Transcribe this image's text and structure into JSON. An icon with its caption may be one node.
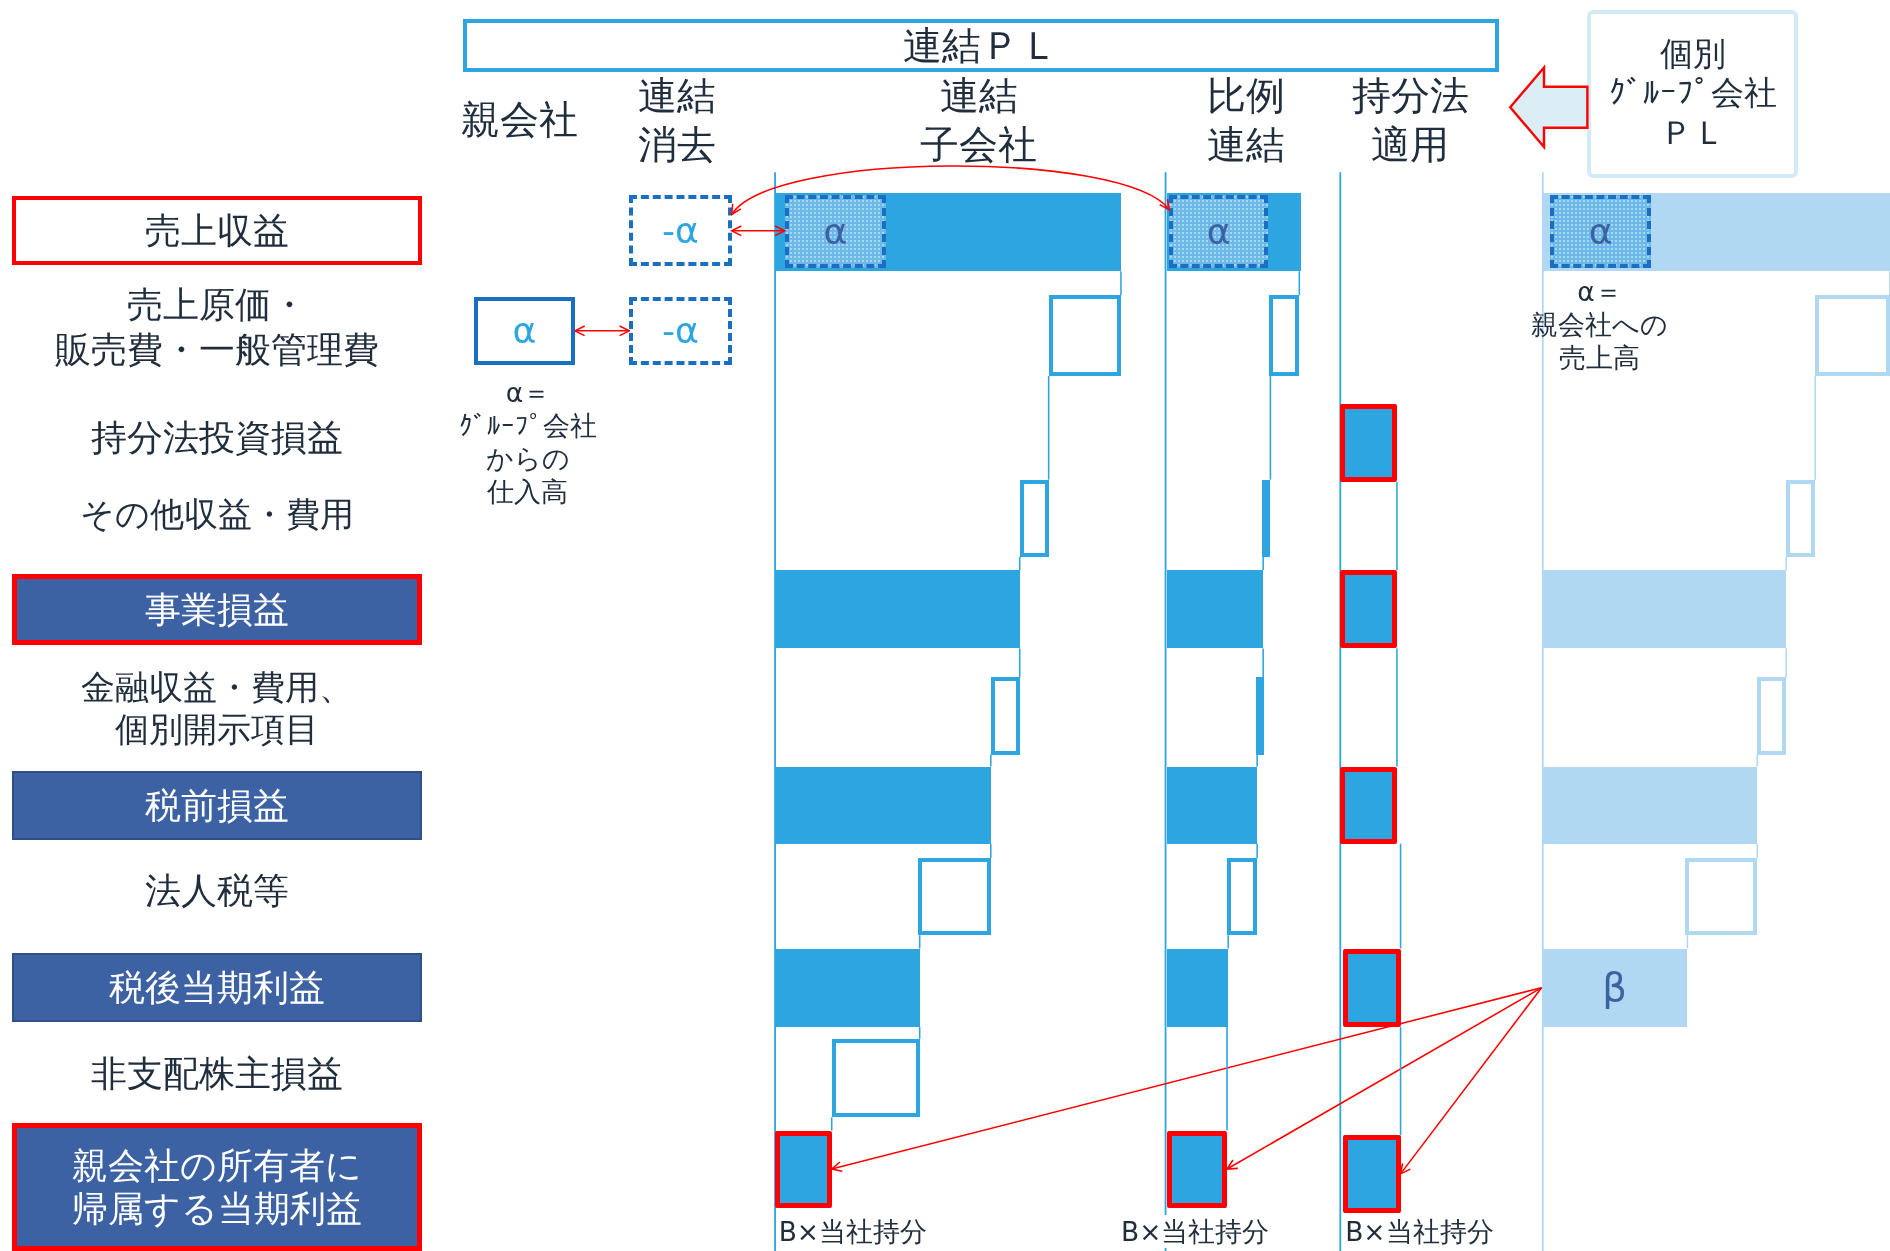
{
  "diagram": {
    "nodes": [
      {
        "text": [
          "連結ＰＬ"
        ]
      },
      {
        "text": [
          "個別ｸﾞﾙｰﾌﾟ会社ＰＬ"
        ]
      },
      {
        "text": [
          "売上収益"
        ]
      },
      {
        "text": [
          "事業損益"
        ]
      },
      {
        "text": [
          "税前損益"
        ]
      },
      {
        "text": [
          "税後当期利益"
        ]
      },
      {
        "text": [
          "親会社の所有者に帰属する当期利益"
        ]
      },
      {
        "text": [
          "α"
        ],
        "beside": [
          "α＝ｸﾞﾙｰﾌﾟ会社からの仕入高"
        ]
      },
      {
        "text": [
          "-α"
        ]
      },
      {
        "text": [
          "-α"
        ]
      },
      {
        "text": [],
        "shape": "bar"
      },
      {
        "text": [
          "α"
        ],
        "in": 10
      },
      {
        "text": [],
        "shape": "bar"
      },
      {
        "text": [
          "α"
        ],
        "in": 12
      },
      {
        "text": [],
        "shape": "bar"
      },
      {
        "text": [
          "α"
        ],
        "in": 14,
        "beside": [
          "α＝親会社への売上高"
        ]
      },
      {
        "text": [
          "β"
        ]
      },
      {
        "text": [],
        "shape": "box",
        "beside": [
          "B×当社持分"
        ]
      },
      {
        "text": [],
        "shape": "box",
        "beside": [
          "B×当社持分"
        ]
      },
      {
        "text": [],
        "shape": "box",
        "beside": [
          "B×当社持分"
        ]
      },
      {
        "text": [],
        "shape": "bar"
      },
      {
        "text": [],
        "shape": "bar"
      },
      {
        "text": [],
        "shape": "bar"
      },
      {
        "text": [],
        "shape": "bar"
      },
      {
        "text": [],
        "shape": "bar"
      },
      {
        "text": [],
        "shape": "bar"
      },
      {
        "text": [],
        "shape": "bar"
      },
      {
        "text": [],
        "shape": "bar"
      },
      {
        "text": [],
        "shape": "bar"
      },
      {
        "text": [],
        "shape": "bar"
      },
      {
        "text": [],
        "shape": "bar"
      },
      {
        "text": [],
        "shape": "bar"
      },
      {
        "text": [],
        "shape": "bar"
      },
      {
        "text": [],
        "shape": "bar"
      },
      {
        "text": [],
        "shape": "bar"
      },
      {
        "text": [],
        "shape": "box"
      },
      {
        "text": [],
        "shape": "box"
      },
      {
        "text": [],
        "shape": "box"
      },
      {
        "text": [],
        "shape": "box"
      },
      {
        "text": [],
        "shape": "bar"
      },
      {
        "text": [],
        "shape": "bar"
      },
      {
        "text": [],
        "shape": "bar"
      },
      {
        "text": [],
        "shape": "bar"
      },
      {
        "text": [],
        "shape": "bar"
      },
      {
        "text": [],
        "shape": "bar"
      }
    ],
    "edges": [
      {
        "from": 7,
        "to": 9,
        "arrow": "both",
        "color": "#ff0000"
      },
      {
        "from": 8,
        "to": 11,
        "arrow": "both",
        "color": "#ff0000"
      },
      {
        "from": 8,
        "to": 13,
        "arrow": "both",
        "color": "#ff0000"
      },
      {
        "from": 16,
        "to": 17,
        "arrow": "to",
        "color": "#ff0000"
      },
      {
        "from": 16,
        "to": 18,
        "arrow": "to",
        "color": "#ff0000"
      },
      {
        "from": 16,
        "to": 19,
        "arrow": "to",
        "color": "#ff0000"
      },
      {
        "from": 1,
        "to": 0,
        "arrow": "to",
        "color": "#ff0000"
      },
      {
        "from": 10,
        "to": 20,
        "arrow": "none"
      },
      {
        "from": 20,
        "to": 21,
        "arrow": "none"
      },
      {
        "from": 21,
        "to": 22,
        "arrow": "none"
      },
      {
        "from": 22,
        "to": 23,
        "arrow": "none"
      },
      {
        "from": 23,
        "to": 24,
        "arrow": "none"
      },
      {
        "from": 24,
        "to": 25,
        "arrow": "none"
      },
      {
        "from": 25,
        "to": 26,
        "arrow": "none"
      },
      {
        "from": 26,
        "to": 27,
        "arrow": "none"
      },
      {
        "from": 27,
        "to": 17,
        "arrow": "none"
      },
      {
        "from": 12,
        "to": 28,
        "arrow": "none"
      },
      {
        "from": 28,
        "to": 29,
        "arrow": "none"
      },
      {
        "from": 29,
        "to": 30,
        "arrow": "none"
      },
      {
        "from": 30,
        "to": 31,
        "arrow": "none"
      },
      {
        "from": 31,
        "to": 32,
        "arrow": "none"
      },
      {
        "from": 32,
        "to": 33,
        "arrow": "none"
      },
      {
        "from": 33,
        "to": 34,
        "arrow": "none"
      },
      {
        "from": 34,
        "to": 18,
        "arrow": "none"
      },
      {
        "from": 35,
        "to": 36,
        "arrow": "none"
      },
      {
        "from": 36,
        "to": 37,
        "arrow": "none"
      },
      {
        "from": 37,
        "to": 38,
        "arrow": "none"
      },
      {
        "from": 38,
        "to": 19,
        "arrow": "none"
      },
      {
        "from": 14,
        "to": 39,
        "arrow": "none",
        "color": "#b0d8f2"
      },
      {
        "from": 39,
        "to": 40,
        "arrow": "none",
        "color": "#b0d8f2"
      },
      {
        "from": 40,
        "to": 41,
        "arrow": "none",
        "color": "#b0d8f2"
      },
      {
        "from": 41,
        "to": 42,
        "arrow": "none",
        "color": "#b0d8f2"
      },
      {
        "from": 42,
        "to": 43,
        "arrow": "none",
        "color": "#b0d8f2"
      },
      {
        "from": 43,
        "to": 44,
        "arrow": "none",
        "color": "#b0d8f2"
      },
      {
        "from": 44,
        "to": 16,
        "arrow": "none",
        "color": "#b0d8f2"
      }
    ],
    "labels": [
      "親会社",
      "連結消去",
      "連結子会社",
      "比例連結",
      "持分法適用",
      "売上原価・販売費・一般管理費",
      "持分法投資損益",
      "その他収益・費用",
      "金融収益・費用、個別開示項目",
      "法人税等",
      "非支配株主損益"
    ]
  }
}
